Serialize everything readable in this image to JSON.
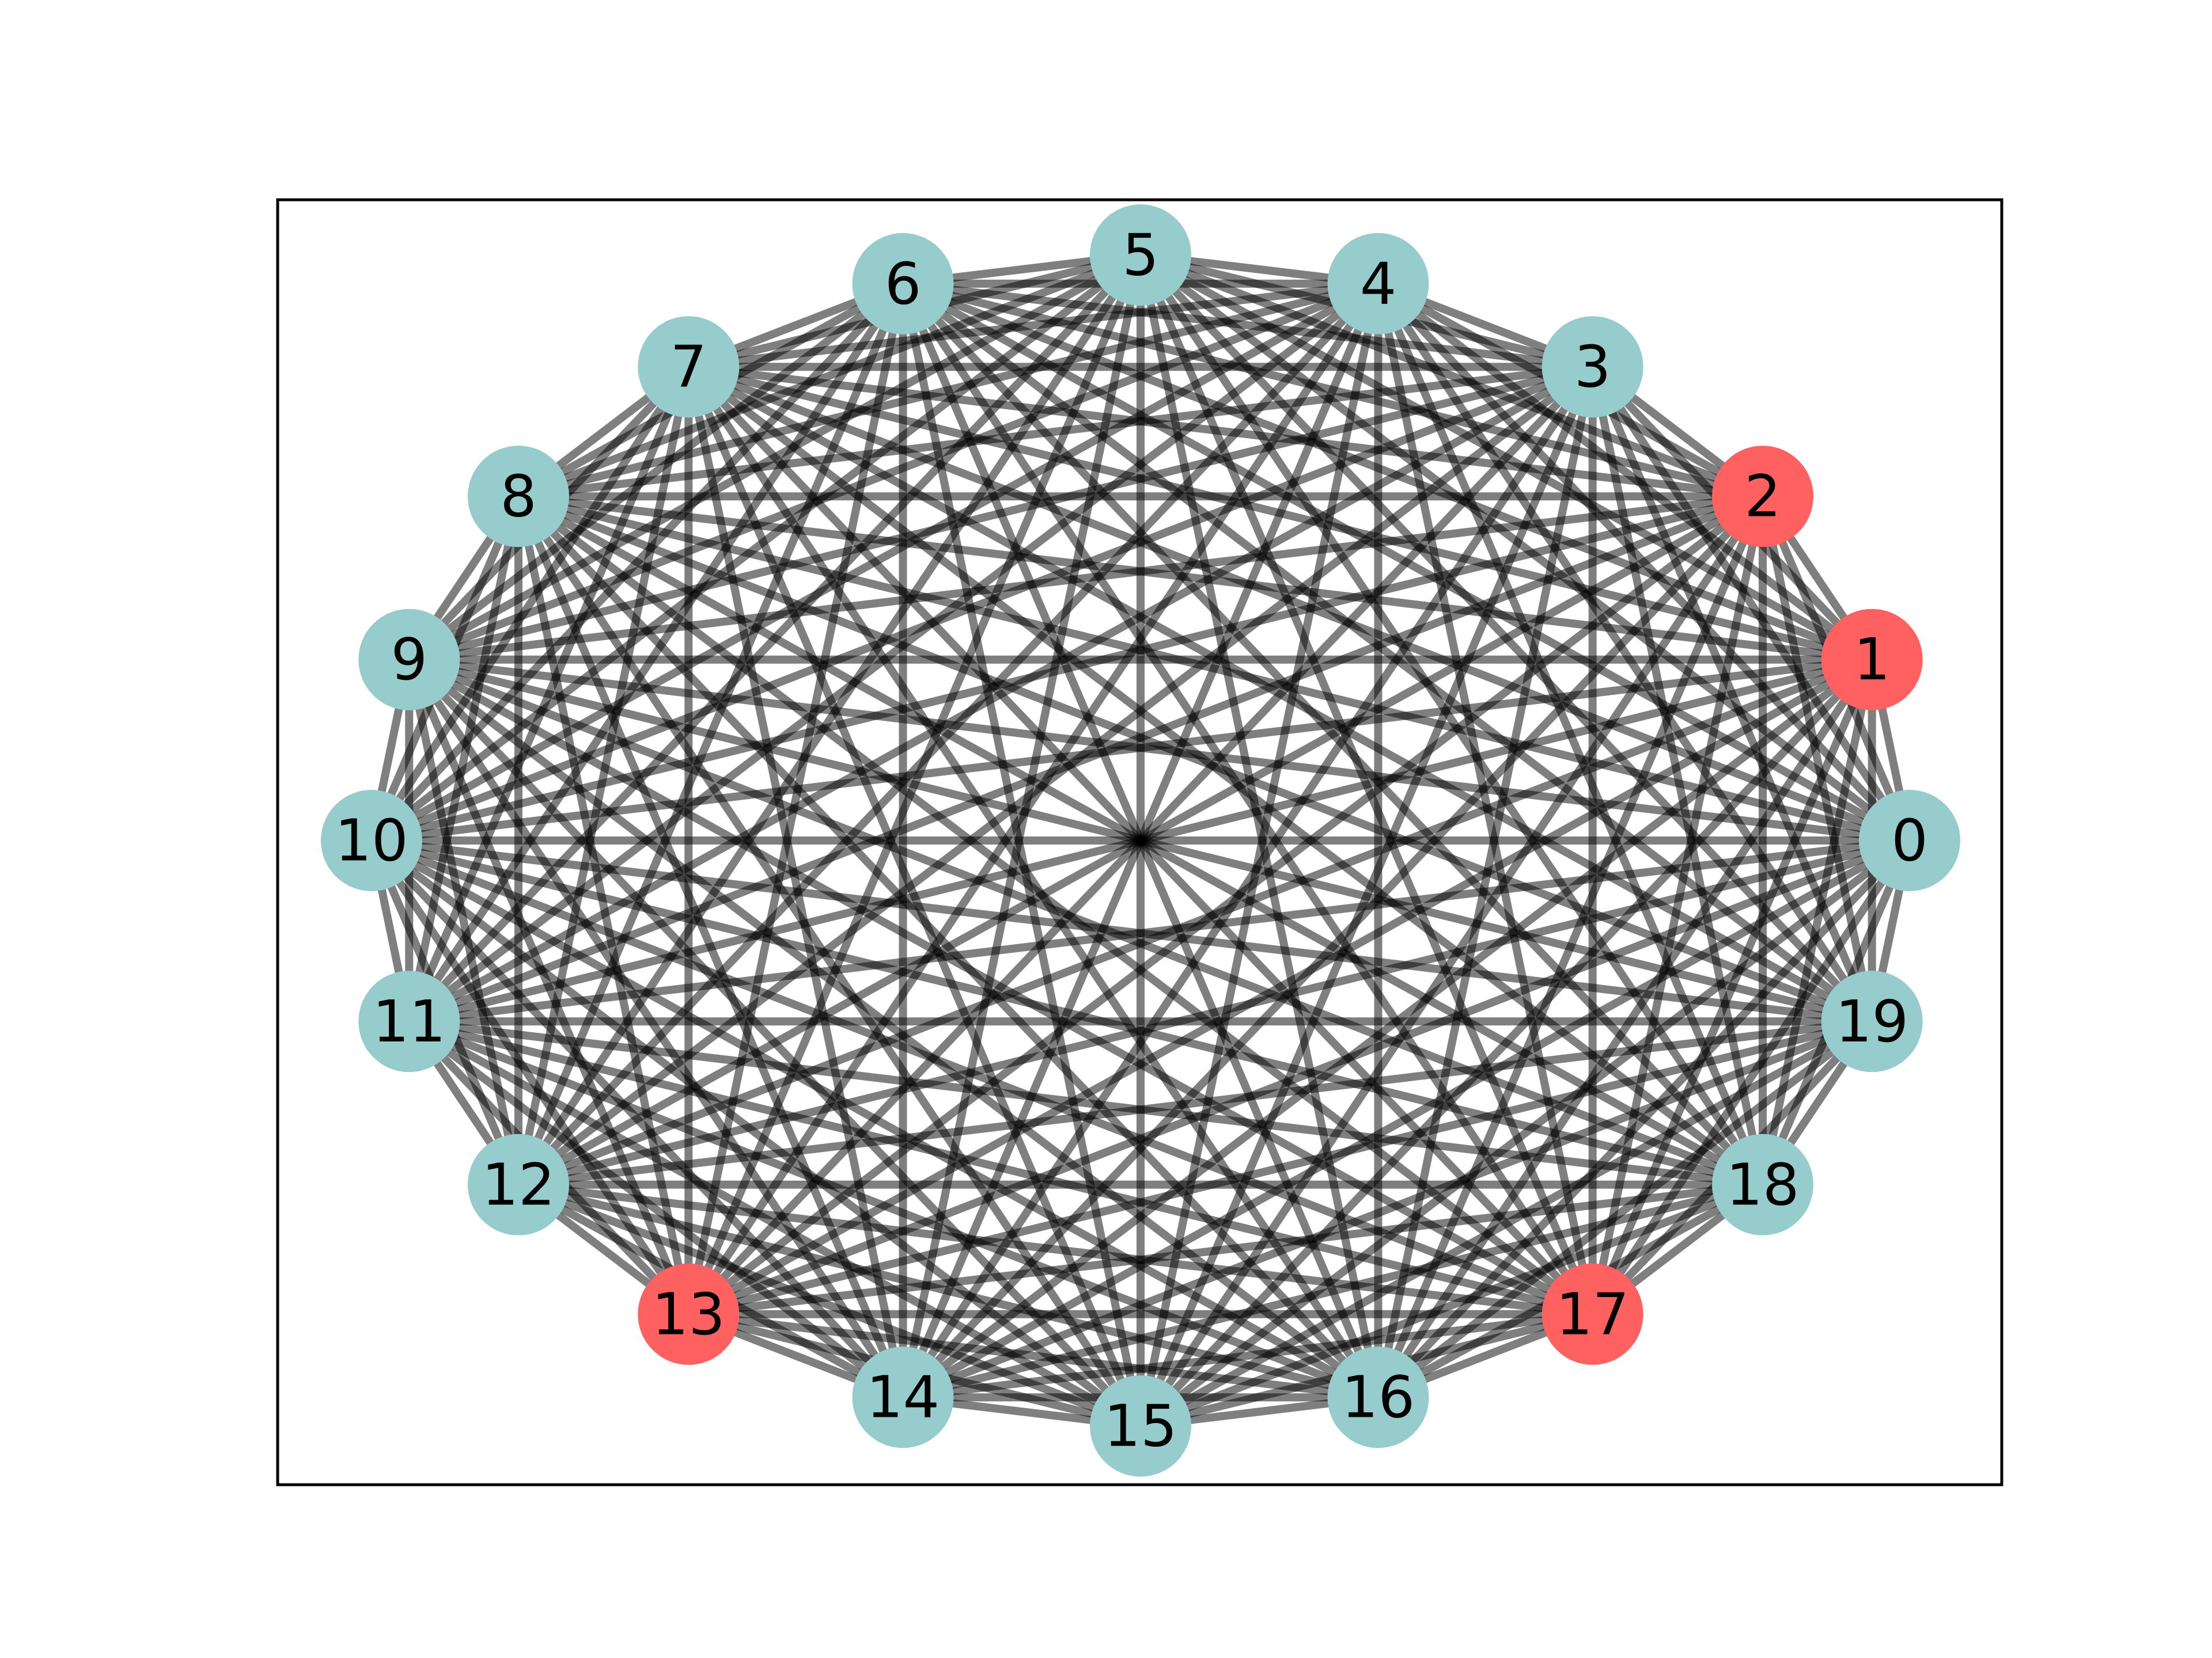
{
  "graph": {
    "type": "complete-graph",
    "layout": "circular",
    "nodes": [
      {
        "label": "0",
        "highlighted": false
      },
      {
        "label": "1",
        "highlighted": true
      },
      {
        "label": "2",
        "highlighted": true
      },
      {
        "label": "3",
        "highlighted": false
      },
      {
        "label": "4",
        "highlighted": false
      },
      {
        "label": "5",
        "highlighted": false
      },
      {
        "label": "6",
        "highlighted": false
      },
      {
        "label": "7",
        "highlighted": false
      },
      {
        "label": "8",
        "highlighted": false
      },
      {
        "label": "9",
        "highlighted": false
      },
      {
        "label": "10",
        "highlighted": false
      },
      {
        "label": "11",
        "highlighted": false
      },
      {
        "label": "12",
        "highlighted": false
      },
      {
        "label": "13",
        "highlighted": true
      },
      {
        "label": "14",
        "highlighted": false
      },
      {
        "label": "15",
        "highlighted": false
      },
      {
        "label": "16",
        "highlighted": false
      },
      {
        "label": "17",
        "highlighted": true
      },
      {
        "label": "18",
        "highlighted": false
      },
      {
        "label": "19",
        "highlighted": false
      }
    ]
  },
  "colors": {
    "node_default": "#96cccc",
    "node_highlight": "#ff6161",
    "edge": "#000000",
    "frame": "#000000",
    "label": "#000000"
  }
}
